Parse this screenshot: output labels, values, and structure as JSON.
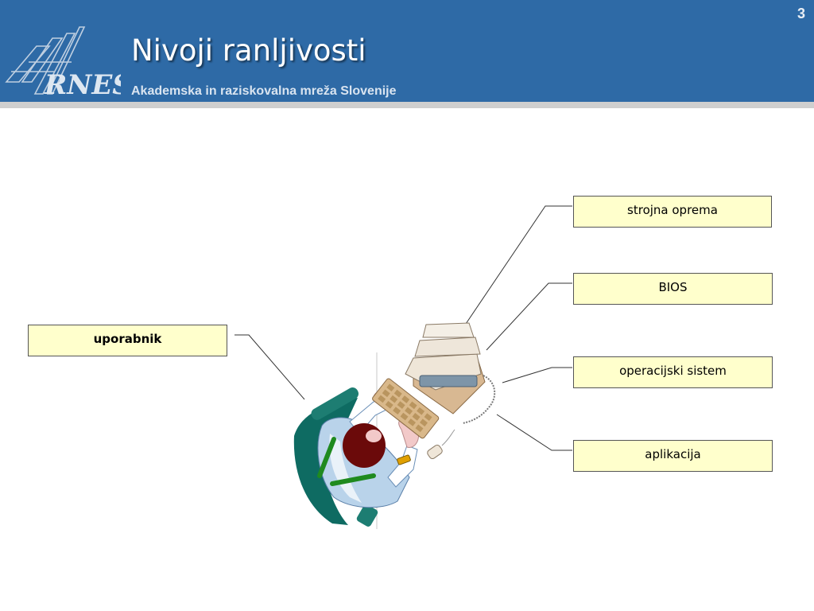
{
  "slide": {
    "title": "Nivoji ranljivosti",
    "subtitle": "Akademska in raziskovalna mreža Slovenije",
    "number": "3",
    "header_color": "#2e6aa6",
    "logo_icon": "arnes-logo-icon"
  },
  "labels": {
    "user": "uporabnik",
    "hardware": "strojna oprema",
    "bios": "BIOS",
    "os": "operacijski sistem",
    "applications": "aplikacija"
  },
  "illustration": {
    "icon": "person-at-computer-icon",
    "box_color": "#ffffcc"
  }
}
